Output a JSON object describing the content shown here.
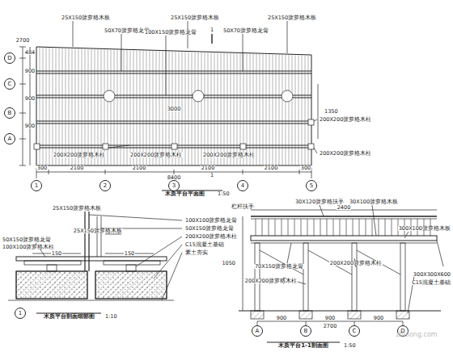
{
  "diagram": {
    "nodes": [
      {
        "text": [
          "1"
        ]
      },
      {
        "text": [
          "2"
        ]
      },
      {
        "text": [
          "3"
        ]
      },
      {
        "text": [
          "4"
        ]
      },
      {
        "text": [
          "5"
        ]
      },
      {
        "text": [
          "D"
        ]
      },
      {
        "text": [
          "C"
        ]
      },
      {
        "text": [
          "B"
        ]
      },
      {
        "text": [
          "A"
        ]
      },
      {
        "text": [
          "A"
        ]
      },
      {
        "text": [
          "B"
        ]
      },
      {
        "text": [
          "C"
        ]
      },
      {
        "text": [
          "D"
        ]
      },
      {
        "text": [
          "1"
        ]
      }
    ],
    "edges": [],
    "labels": [
      "25X150菠萝格木板",
      "50X70菠萝格龙骨",
      "25X150菠萝格木板",
      "100X150菠萝格龙骨",
      "25X150菠萝格木板",
      "50X70菠萝格龙骨",
      "1",
      "1",
      "200X200菠萝格木柱",
      "200X200菠萝格木柱",
      "200X200菠萝格木柱",
      "200X200菠萝格木柱",
      "200X200菠萝格木柱",
      "木质平台平面图",
      "1:50",
      "484",
      "900",
      "900",
      "900",
      "2700",
      "300",
      "2100",
      "2100",
      "2100",
      "2100",
      "300",
      "8400",
      "3000",
      "1350",
      "木质平台1-1剖面图",
      "1:50",
      "栏杆扶手",
      "30X120菠萝格扶手",
      "30X100菠萝格木板",
      "300X100菠萝格木板",
      "70X150菠萝格龙骨",
      "200X200菠萝格木柱",
      "200X200菠萝格木柱",
      "300X300X600",
      "C15混凝土基础",
      "2400",
      "900",
      "900",
      "900",
      "2700",
      "1050",
      "木质平台剖面细部图",
      "1:10",
      "25X150菠萝格木板",
      "50X150菠萝格龙骨",
      "100X100菠萝格木柱",
      "25X150菠萝格木板",
      "100X100菠萝格龙骨",
      "50X150菠萝格龙骨",
      "200X200菠萝格木柱",
      "C15混凝土基础",
      "素土夯实",
      "150",
      "150",
      "zhulong.com"
    ]
  }
}
